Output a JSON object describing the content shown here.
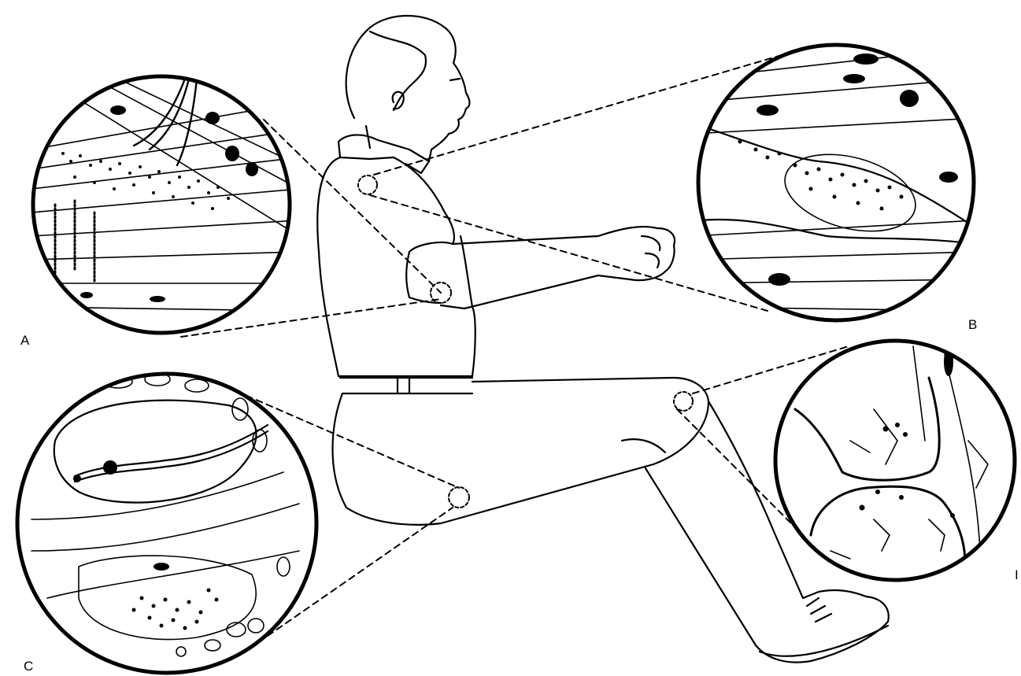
{
  "labels": {
    "a": "A",
    "b": "B",
    "c": "C",
    "d": "I"
  },
  "colors": {
    "ink": "#000000",
    "paper": "#ffffff"
  },
  "icons": {
    "figure": "seated-man-illustration",
    "magnifier": "magnified-circle-inset"
  }
}
